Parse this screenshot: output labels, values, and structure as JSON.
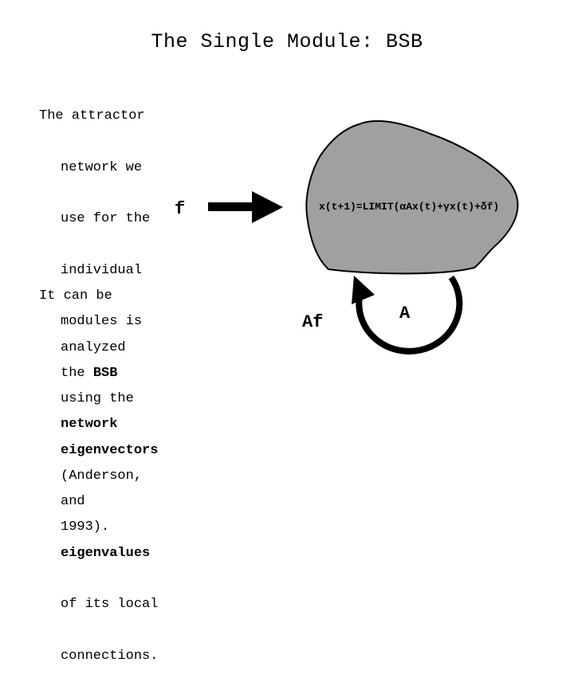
{
  "title": "The Single Module: BSB",
  "paragraph1": {
    "lines": [
      "The attractor",
      "network we",
      "use for the",
      "individual",
      "modules is",
      "the ",
      "network",
      "(Anderson,",
      "1993)."
    ],
    "bold_bsb": "BSB"
  },
  "paragraph2": {
    "lines": [
      "It can be",
      "analyzed",
      "using the",
      "eigenvectors",
      "and",
      "eigenvalues",
      "of its local",
      "connections."
    ]
  },
  "diagram": {
    "input_label": "f",
    "equation": "x(t+1)=LIMIT(αAx(t)+γx(t)+δf)",
    "feedback_label": "Af",
    "matrix_label": "A",
    "blob_color": "#a0a0a0"
  }
}
